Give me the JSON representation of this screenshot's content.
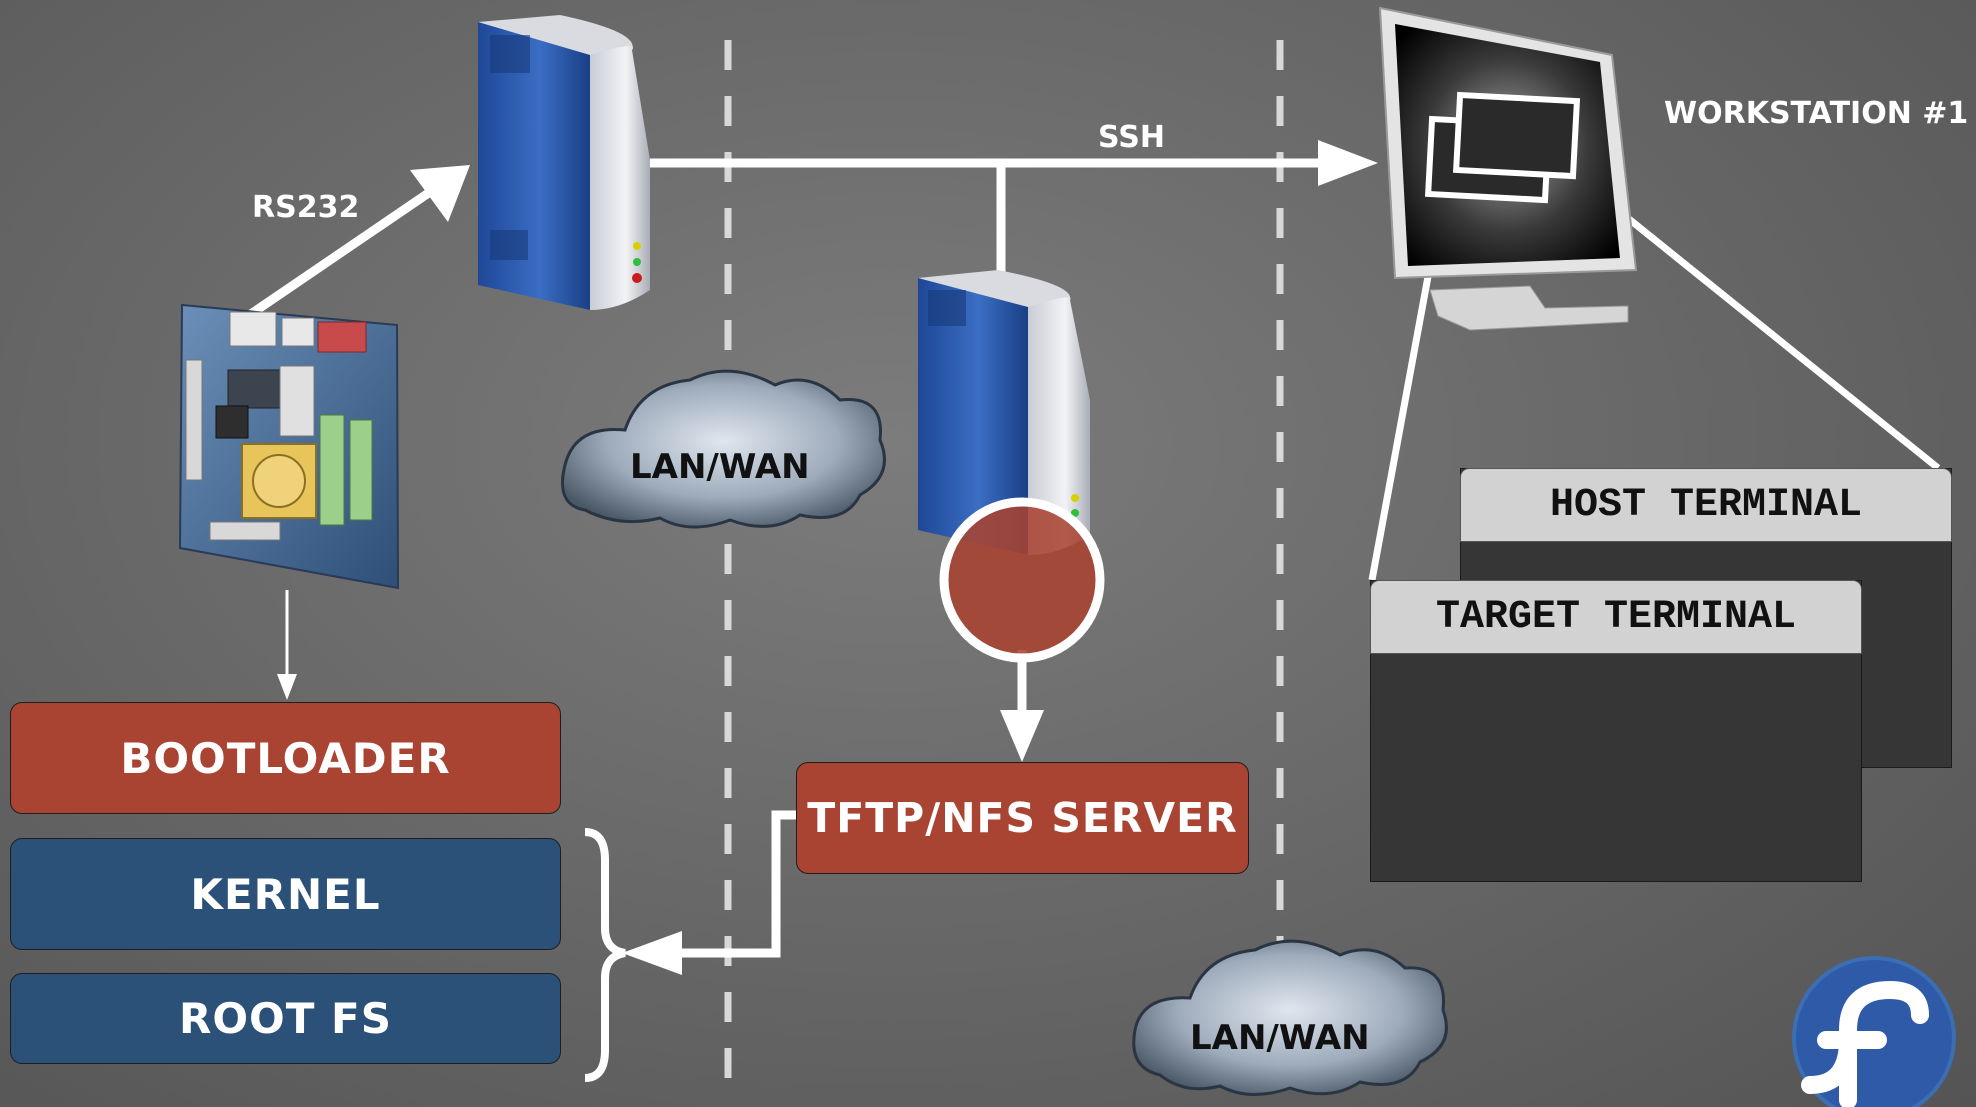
{
  "labels": {
    "rs232": "RS232",
    "ssh": "SSH",
    "workstation": "WORKSTATION #1",
    "lan_wan_upper": "LAN/WAN",
    "lan_wan_lower": "LAN/WAN",
    "tftp_server": "TFTP/NFS SERVER"
  },
  "target_stack": {
    "bootloader": "BOOTLOADER",
    "kernel": "KERNEL",
    "rootfs": "ROOT FS"
  },
  "terminals": {
    "host": "HOST TERMINAL",
    "target": "TARGET TERMINAL"
  },
  "colors": {
    "background": "#6a6a6a",
    "accent_red": "#a94332",
    "accent_blue": "#2c5179",
    "server_blue": "#2b5aa7",
    "connector": "#ffffff"
  },
  "icons": [
    "embedded-board-icon",
    "server-icon",
    "cloud-icon",
    "monitor-icon",
    "fedora-logo-icon"
  ]
}
